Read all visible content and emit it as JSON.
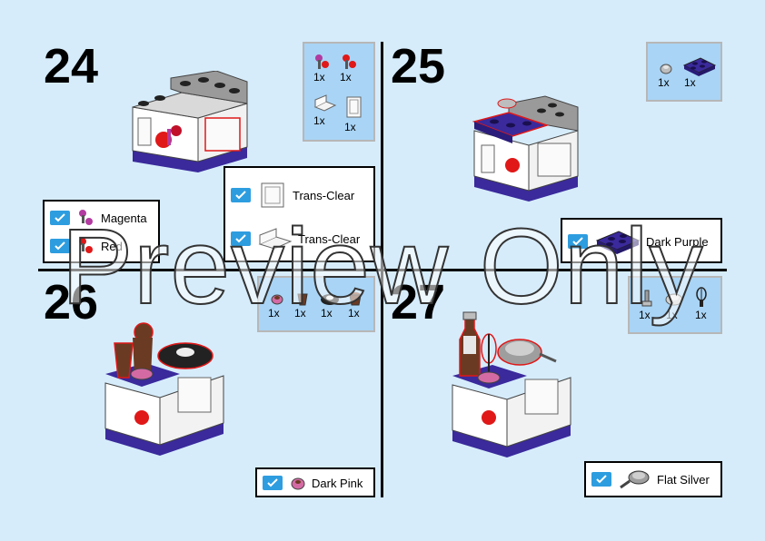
{
  "steps": [
    {
      "number": "24",
      "parts": [
        {
          "qty": "1x",
          "icon": "magenta-technic-joint-icon"
        },
        {
          "qty": "1x",
          "icon": "red-technic-joint-icon"
        },
        {
          "qty": "1x",
          "icon": "trans-clear-bracket-icon"
        },
        {
          "qty": "1x",
          "icon": "trans-clear-panel-icon"
        }
      ],
      "legend": [
        {
          "label": "Magenta"
        },
        {
          "label": "Red"
        }
      ],
      "legend2": [
        {
          "label": "Trans-Clear"
        },
        {
          "label": "Trans-Clear"
        }
      ]
    },
    {
      "number": "25",
      "parts": [
        {
          "qty": "1x",
          "icon": "silver-round-stud-icon"
        },
        {
          "qty": "1x",
          "icon": "dark-purple-plate-2x2-icon"
        }
      ],
      "legend": [
        {
          "label": "Dark Purple"
        }
      ]
    },
    {
      "number": "26",
      "parts": [
        {
          "qty": "1x",
          "icon": "dark-pink-round-piece-icon"
        },
        {
          "qty": "1x",
          "icon": "brown-cone-icon"
        },
        {
          "qty": "1x",
          "icon": "black-round-tile-icon"
        },
        {
          "qty": "1x",
          "icon": "brown-cup-icon"
        }
      ],
      "legend": [
        {
          "label": "Dark Pink"
        }
      ]
    },
    {
      "number": "27",
      "parts": [
        {
          "qty": "1x",
          "icon": "silver-tap-icon"
        },
        {
          "qty": "1x",
          "icon": "silver-dish-icon"
        },
        {
          "qty": "1x",
          "icon": "black-whisk-icon"
        }
      ],
      "legend": [
        {
          "label": "Flat Silver"
        }
      ]
    }
  ],
  "watermark": "Preview Only",
  "colors": {
    "background": "#d6ecfb",
    "parts_box": "#a9d4f5",
    "check": "#2e9de0",
    "dark_purple": "#3a2a9c",
    "red": "#e01818",
    "magenta": "#b23aa0",
    "dark_pink": "#d46aa4",
    "brown": "#6b3a22"
  }
}
